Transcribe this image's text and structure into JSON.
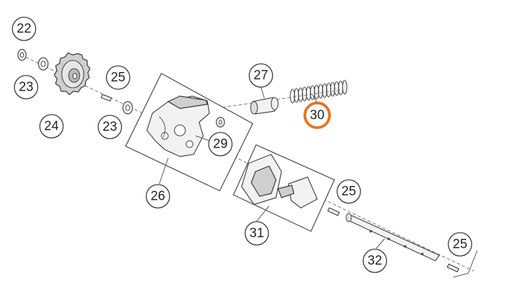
{
  "highlight_color": "#e8731e",
  "callouts": [
    {
      "id": "c22",
      "label": "22"
    },
    {
      "id": "c23a",
      "label": "23"
    },
    {
      "id": "c24",
      "label": "24"
    },
    {
      "id": "c25a",
      "label": "25"
    },
    {
      "id": "c23b",
      "label": "23"
    },
    {
      "id": "c27",
      "label": "27"
    },
    {
      "id": "c30",
      "label": "30",
      "highlighted": true
    },
    {
      "id": "c29",
      "label": "29"
    },
    {
      "id": "c26",
      "label": "26"
    },
    {
      "id": "c25b",
      "label": "25"
    },
    {
      "id": "c31",
      "label": "31"
    },
    {
      "id": "c32",
      "label": "32"
    },
    {
      "id": "c25c",
      "label": "25"
    }
  ]
}
